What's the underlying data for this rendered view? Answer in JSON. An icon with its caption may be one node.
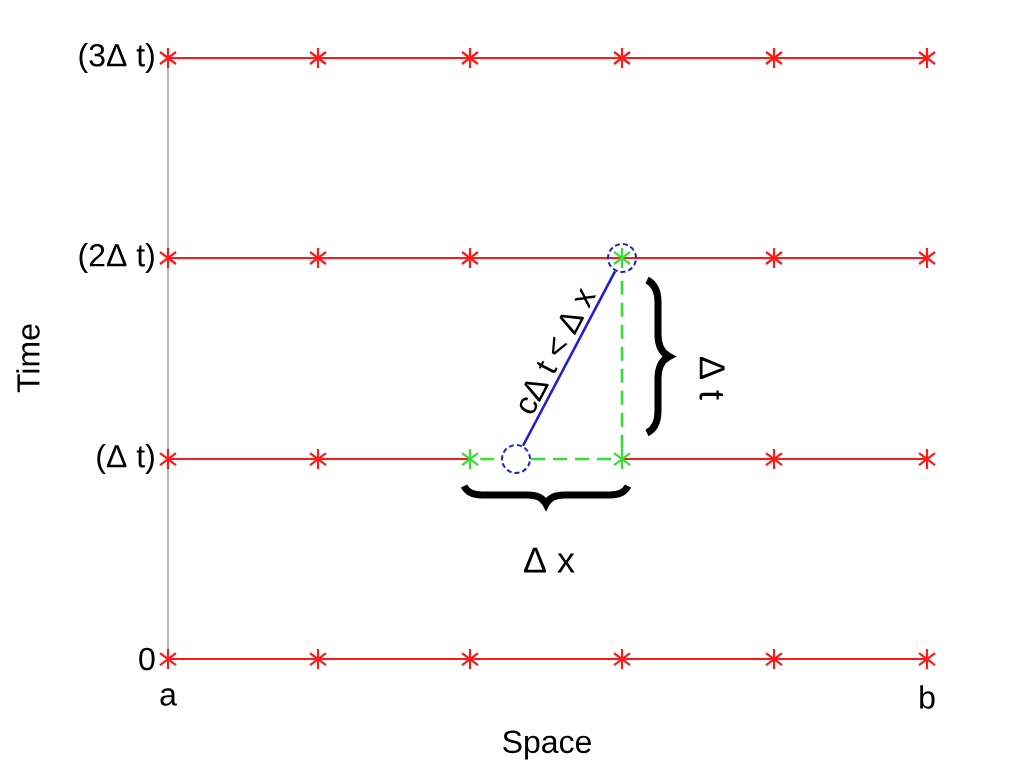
{
  "diagram": {
    "nodes": [
      {
        "text": [],
        "shape": "circle"
      },
      {
        "text": [],
        "shape": "circle"
      },
      {
        "text": [],
        "shape": "star"
      },
      {
        "text": [],
        "shape": "star"
      }
    ],
    "edges": [
      {
        "from": 0,
        "to": 1,
        "arrow": "none",
        "label": "cΔ t < Δ x",
        "color": "#1f1fd0"
      },
      {
        "from": 2,
        "to": 0,
        "arrow": "none",
        "style": "dashed",
        "color": "#33e033"
      },
      {
        "from": 0,
        "to": 3,
        "arrow": "none",
        "style": "dashed",
        "color": "#33e033"
      },
      {
        "from": 3,
        "to": 1,
        "arrow": "none",
        "style": "dashed",
        "color": "#33e033"
      }
    ],
    "labels": [
      "(3Δ t)",
      "(2Δ t)",
      "Time",
      "Δ t",
      "(Δ t)",
      "Δ x",
      "0",
      "a",
      "b",
      "Space"
    ]
  }
}
